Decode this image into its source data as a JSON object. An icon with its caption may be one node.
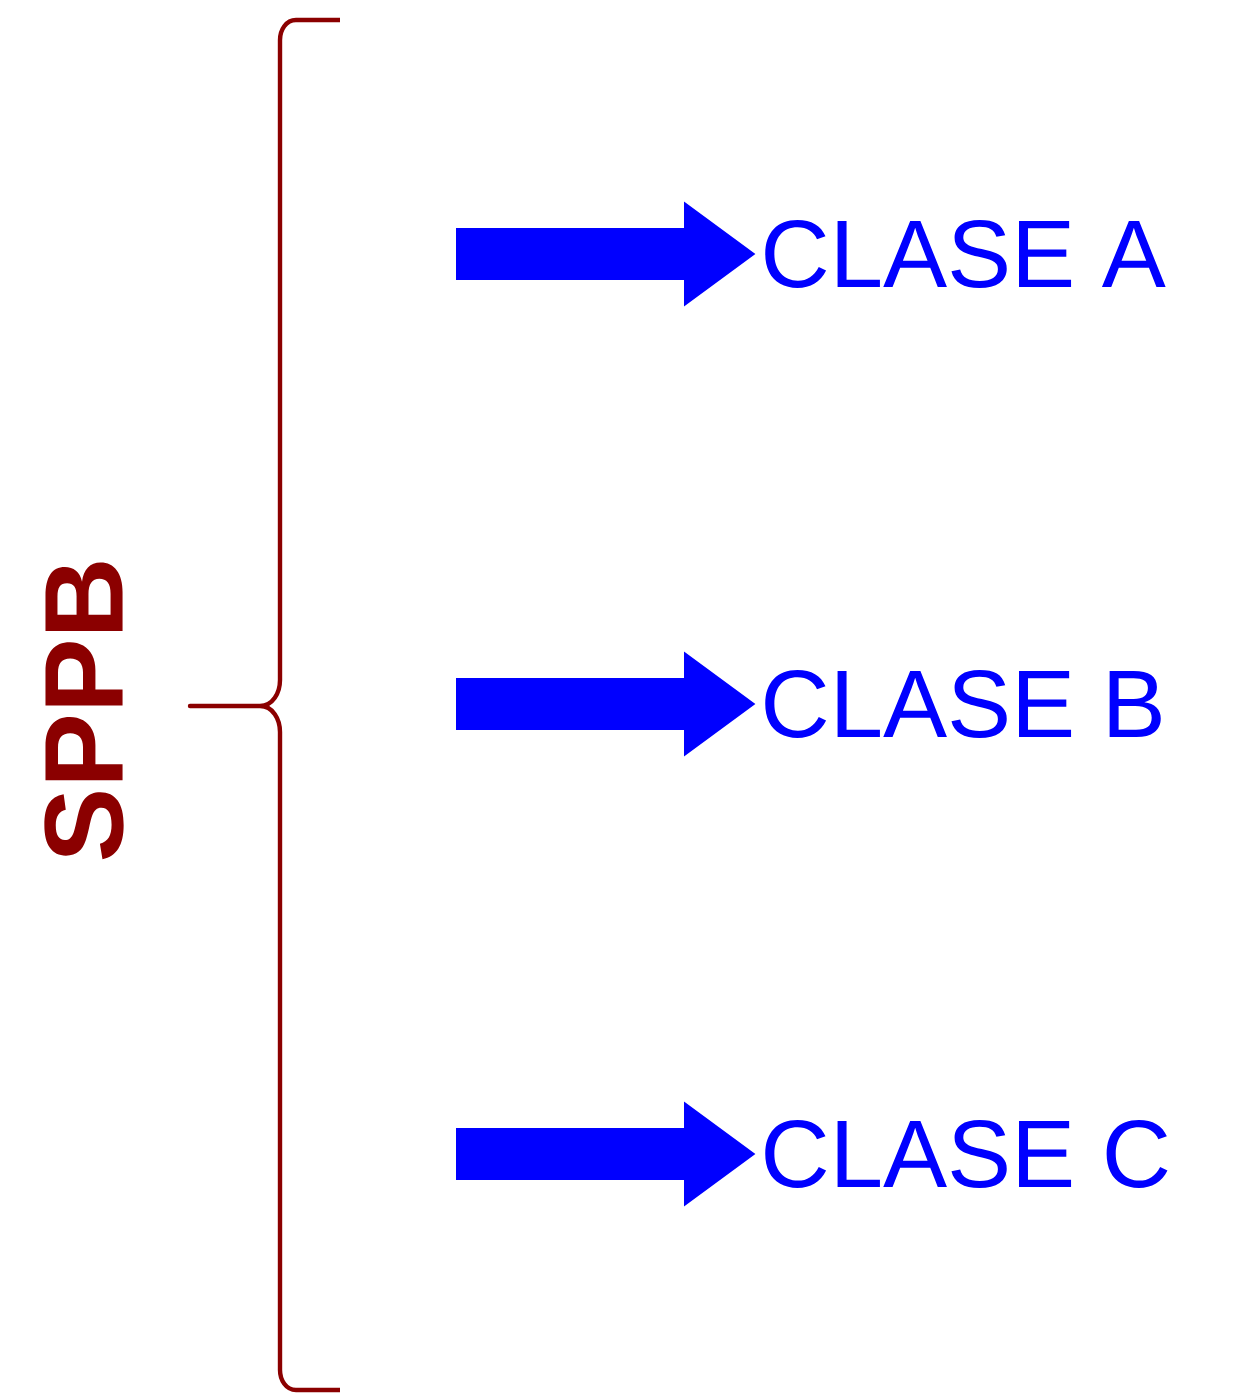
{
  "diagram": {
    "nodes": [
      {
        "text": [
          "SPPB"
        ]
      },
      {
        "text": [
          "CLASE A"
        ]
      },
      {
        "text": [
          "CLASE B"
        ]
      },
      {
        "text": [
          "CLASE C"
        ]
      }
    ],
    "edges": [
      {
        "from": null,
        "to": 1,
        "arrow": "to"
      },
      {
        "from": null,
        "to": 2,
        "arrow": "to"
      },
      {
        "from": null,
        "to": 3,
        "arrow": "to"
      }
    ]
  }
}
